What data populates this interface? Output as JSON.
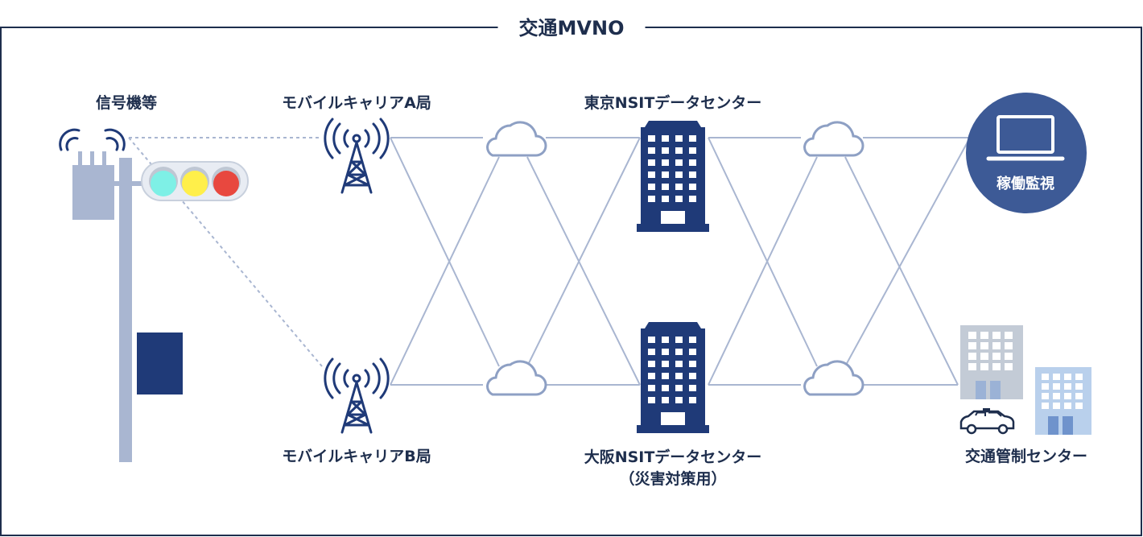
{
  "title": "交通MVNO",
  "labels": {
    "signal": "信号機等",
    "carrier_a": "モバイルキャリアA局",
    "carrier_b": "モバイルキャリアB局",
    "tokyo_dc": "東京NSITデータセンター",
    "osaka_dc": "大阪NSITデータセンター",
    "osaka_dc_sub": "（災害対策用）",
    "monitoring": "稼働監視",
    "traffic_center": "交通管制センター"
  },
  "colors": {
    "navy": "#1f3a78",
    "frame": "#1e2e4d",
    "line": "#a9b6d1",
    "pole": "#a9b6d1",
    "cloud": "#8ea0c4",
    "monitor_circle": "#3d5a96",
    "signal_blue": "#7ef0e6",
    "signal_yellow": "#ffef4a",
    "signal_red": "#e8483f",
    "bldg_gray": "#c3cbd6",
    "bldg_blue": "#b9d0ec"
  },
  "icons": [
    "wifi-icon",
    "antenna-tower-icon",
    "cloud-icon",
    "building-icon",
    "laptop-icon",
    "police-car-icon",
    "traffic-light-icon"
  ]
}
